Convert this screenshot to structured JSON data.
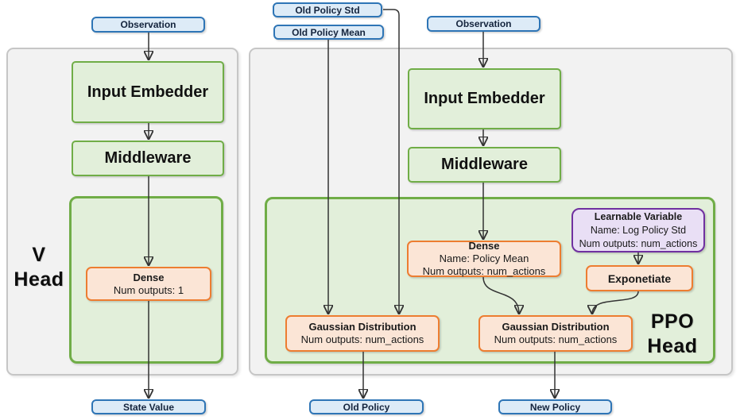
{
  "diagram_type": "neural-network-architecture",
  "colors": {
    "panel_fill": "#f2f2f2",
    "panel_border": "#c6c6c6",
    "green_fill": "#e2efda",
    "green_border": "#70ad47",
    "blue_fill": "#ddebf7",
    "blue_border": "#2e75b6",
    "orange_fill": "#fbe5d6",
    "orange_border": "#ed7d31",
    "purple_fill": "#e9dff5",
    "purple_border": "#7030a0",
    "arrow": "#333333"
  },
  "io_nodes": {
    "observation_left": "Observation",
    "old_policy_std": "Old Policy Std",
    "old_policy_mean": "Old Policy Mean",
    "observation_right": "Observation",
    "state_value": "State Value",
    "old_policy": "Old Policy",
    "new_policy": "New Policy"
  },
  "v_head": {
    "label": {
      "line1": "V",
      "line2": "Head"
    },
    "input_embedder": "Input Embedder",
    "middleware": "Middleware",
    "dense": {
      "title": "Dense",
      "outputs": "Num outputs: 1"
    }
  },
  "ppo_head": {
    "label": {
      "line1": "PPO",
      "line2": "Head"
    },
    "input_embedder": "Input Embedder",
    "middleware": "Middleware",
    "dense": {
      "title": "Dense",
      "name": "Name: Policy Mean",
      "outputs": "Num outputs: num_actions"
    },
    "learnable_variable": {
      "title": "Learnable Variable",
      "name": "Name: Log Policy Std",
      "outputs": "Num outputs: num_actions"
    },
    "exponetiate": "Exponetiate",
    "gaussian_old": {
      "title": "Gaussian Distribution",
      "outputs": "Num outputs: num_actions"
    },
    "gaussian_new": {
      "title": "Gaussian Distribution",
      "outputs": "Num outputs: num_actions"
    }
  }
}
